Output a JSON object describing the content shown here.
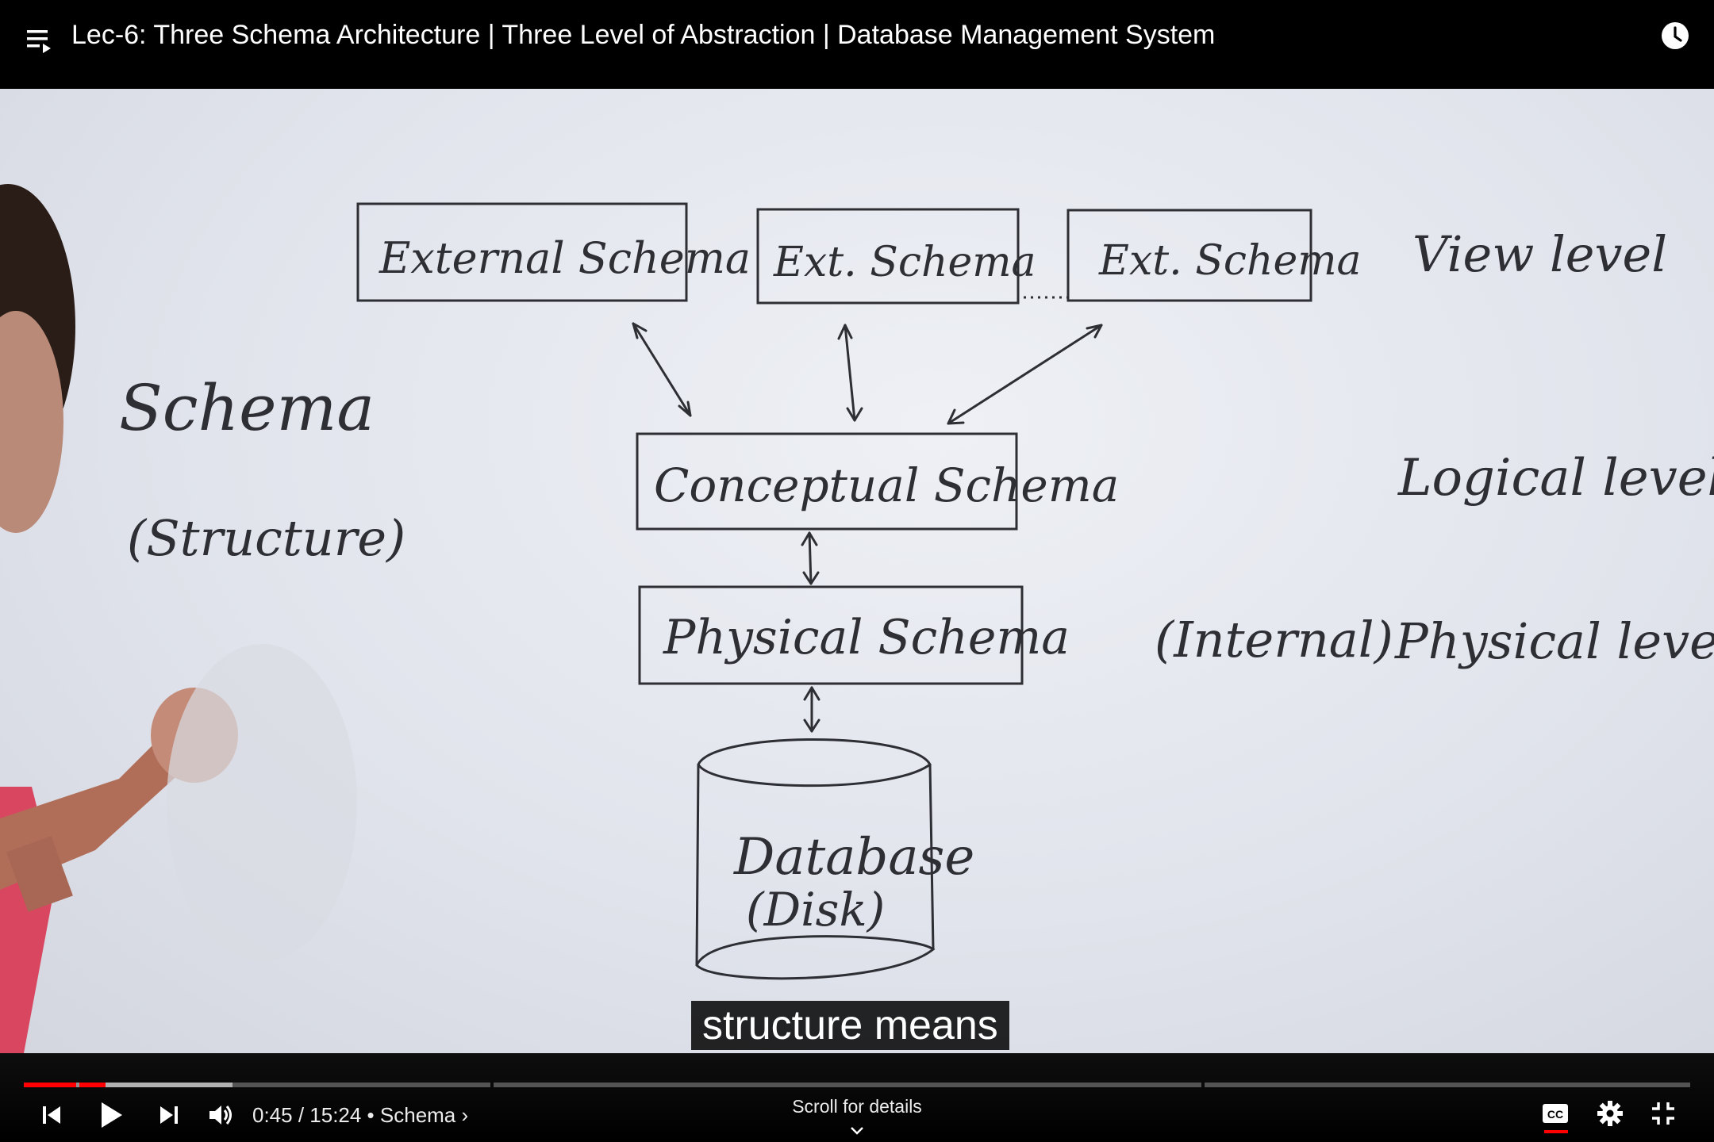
{
  "top_bar": {
    "title": "Lec-6: Three Schema Architecture | Three Level of Abstraction | Database Management System",
    "icons": [
      "playlist-icon",
      "watch-later-icon"
    ]
  },
  "whiteboard": {
    "left_note": {
      "title": "Schema",
      "subtitle": "(Structure)"
    },
    "boxes": {
      "external_1": "External Schema",
      "external_2": "Ext. Schema",
      "external_3": "Ext. Schema",
      "conceptual": "Conceptual Schema",
      "physical": "Physical Schema",
      "database_line1": "Database",
      "database_line2": "(Disk)"
    },
    "levels": {
      "view": "View level",
      "logical": "Logical level",
      "internal": "(Internal)",
      "physical": "Physical level"
    }
  },
  "caption": {
    "text": "structure means"
  },
  "player": {
    "progress": {
      "played_fraction": 0.049,
      "buffered_fraction": 0.125
    },
    "time_current": "0:45",
    "time_total": "15:24",
    "chapter": "Schema",
    "time_display": "0:45 / 15:24 • Schema ›",
    "scroll_hint": "Scroll for details",
    "colors": {
      "progress": "#ff0000",
      "cc_indicator": "#ff0000"
    },
    "icons": [
      "previous-icon",
      "play-icon",
      "next-icon",
      "volume-icon",
      "subtitles-icon",
      "settings-icon",
      "exit-fullscreen-icon"
    ]
  }
}
